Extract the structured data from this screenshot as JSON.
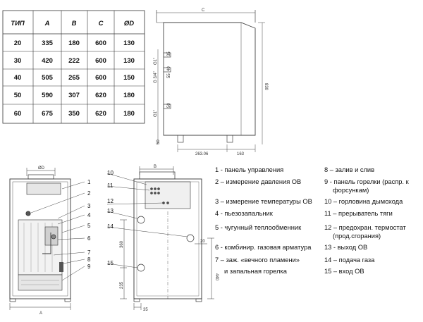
{
  "table": {
    "headers": [
      "ТИП",
      "A",
      "B",
      "C",
      "ØD"
    ],
    "rows": [
      [
        "20",
        "335",
        "180",
        "600",
        "130"
      ],
      [
        "30",
        "420",
        "222",
        "600",
        "130"
      ],
      [
        "40",
        "505",
        "265",
        "600",
        "150"
      ],
      [
        "50",
        "590",
        "307",
        "620",
        "180"
      ],
      [
        "60",
        "675",
        "350",
        "620",
        "180"
      ]
    ]
  },
  "side_view": {
    "top_dim": "C",
    "height_dim": "830",
    "bottom_dim": "50",
    "depth_dim_1": "263.06",
    "depth_dim_2": "163",
    "pipe_1": "G1\"",
    "pipe_2": "G 3/4\"",
    "pipe_3": "G1\"",
    "label_35": "35",
    "label_40": "40",
    "label_50": "50",
    "label_55": "55"
  },
  "front_view": {
    "flue_dim": "ØD",
    "width_dim": "A",
    "callouts": [
      "1",
      "2",
      "3",
      "4",
      "5",
      "6",
      "7",
      "8",
      "9"
    ]
  },
  "rear_view": {
    "width_dim": "B",
    "dim_360": "360",
    "dim_235": "235",
    "dim_440": "440",
    "dim_20": "20",
    "dim_35": "35",
    "callouts": [
      "10",
      "11",
      "12",
      "13",
      "14",
      "15"
    ]
  },
  "legend": {
    "left": [
      "1 - панель управления",
      "2 – измерение давления ОВ",
      "3 – измерение температуры ОВ",
      "4 - пьезозапальник",
      "5 - чугунный теплообменник",
      "6 - комбинир. газовая арматура",
      "7 – заж. «вечного пламени»",
      "и запальная горелка"
    ],
    "right": [
      "8 – залив и слив",
      "9 - панель горелки (распр. к",
      "форсункам)",
      "10 – горловина дымохода",
      "11 – прерыватель тяги",
      "12 – предохран. термостат",
      "(прод.сгорания)",
      "13 - выход ОВ",
      "14 – подача газа",
      "15 – вход ОВ"
    ]
  }
}
